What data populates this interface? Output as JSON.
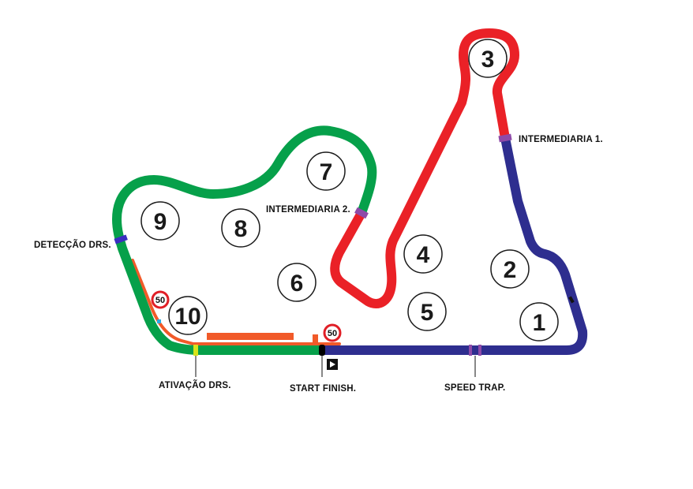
{
  "colors": {
    "sector1": "#2e2e8f",
    "sector2": "#ea2127",
    "sector3": "#06a04a",
    "pitlane": "#f15a29",
    "split_marker": "#8e4aa8",
    "drs_detection": "#3a2ec0",
    "drs_activation": "#d6e41a",
    "start_finish": "#000000"
  },
  "turns": [
    "1",
    "2",
    "3",
    "4",
    "5",
    "6",
    "7",
    "8",
    "9",
    "10"
  ],
  "labels": {
    "intermediate_1": "INTERMEDIARIA 1.",
    "intermediate_2": "INTERMEDIARIA 2.",
    "drs_detection": "DETECÇÃO DRS.",
    "drs_activation": "ATIVAÇÃO DRS.",
    "start_finish": "START FINISH.",
    "speed_trap": "SPEED TRAP."
  },
  "speed_limit_signs": [
    "50",
    "50"
  ],
  "direction_icon": "chevron-right-icon"
}
